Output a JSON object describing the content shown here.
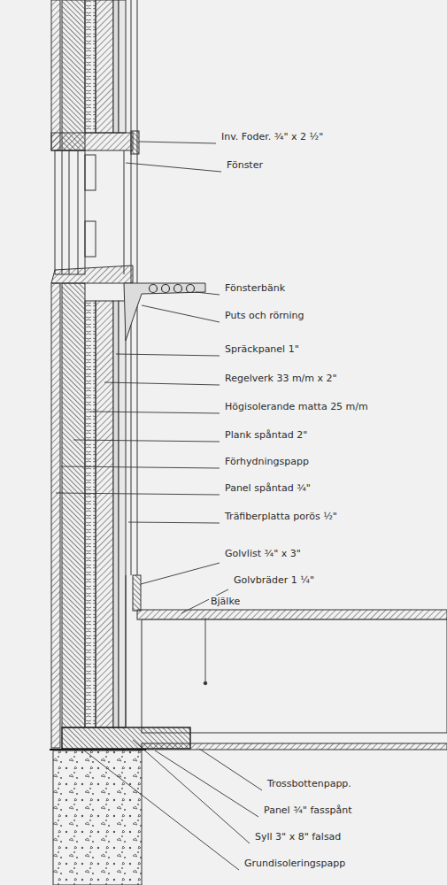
{
  "diagram": {
    "labels": [
      "Inv. Foder. ¾\" x 2 ½\"",
      "Fönster",
      "Fönsterbänk",
      "Puts och rörning",
      "Spräckpanel 1\"",
      "Regelverk 33 m/m x 2\"",
      "Högisolerande matta 25 m/m",
      "Plank spåntad 2\"",
      "Förhydningspapp",
      "Panel spåntad ¾\"",
      "Träfiberplatta porös ½\"",
      "Golvlist ¾\" x 3\"",
      "Golvbräder 1 ¼\"",
      "Bjälke",
      "Trossbottenpapp.",
      "Panel ¾\" fasspånt",
      "Syll 3\" x 8\" falsad",
      "Grundisoleringspapp"
    ]
  }
}
